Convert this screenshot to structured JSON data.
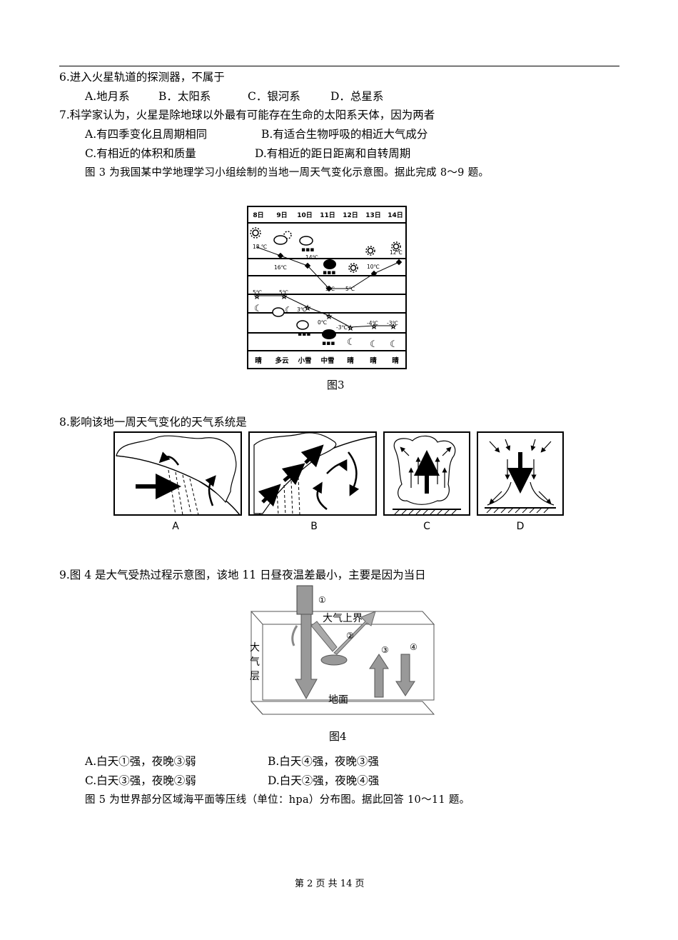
{
  "q6": {
    "stem": "6.进入火星轨道的探测器，不属于",
    "options": [
      "A.地月系",
      "B．太阳系",
      "C．银河系",
      "D．总星系"
    ]
  },
  "q7": {
    "stem": "7.科学家认为，火星是除地球以外最有可能存在生命的太阳系天体，因为两者",
    "options": [
      "A.有四季变化且周期相同",
      "B.有适合生物呼吸的相近大气成分",
      "C.有相近的体积和质量",
      "D.有相近的距日距离和自转周期"
    ]
  },
  "intro3": "图 3 为我国某中学地理学习小组绘制的当地一周天气变化示意图。据此完成 8～9 题。",
  "fig3": {
    "caption": "图3",
    "days": [
      "8日",
      "9日",
      "10日",
      "11日",
      "12日",
      "13日",
      "14日"
    ],
    "weather": [
      "晴",
      "多云",
      "小雪",
      "中雪",
      "晴",
      "晴",
      "晴"
    ],
    "day_temps": [
      "18 ℃",
      "16℃",
      "14℃",
      "5℃",
      "5℃",
      "10℃",
      "12℃"
    ],
    "night_temps": [
      "5℃",
      "5℃",
      "3℃",
      "0℃",
      "-3℃",
      "-4℃",
      "-3℃"
    ]
  },
  "q8": {
    "stem": "8.影响该地一周天气变化的天气系统是"
  },
  "systems_labels": [
    "A",
    "B",
    "C",
    "D"
  ],
  "q9": {
    "stem": "9.图 4 是大气受热过程示意图，该地 11 日昼夜温差最小，主要是因为当日",
    "options": [
      "A.白天①强，夜晚③弱",
      "B.白天④强，夜晚③强",
      "C.白天③强，夜晚②弱",
      "D.白天②强，夜晚④强"
    ]
  },
  "fig4": {
    "caption": "图4",
    "top_label": "大气上界",
    "side_label": [
      "大",
      "气",
      "层"
    ],
    "ground_label": "地面",
    "markers": [
      "①",
      "②",
      "③",
      "④"
    ]
  },
  "intro5": "图 5 为世界部分区域海平面等压线（单位：hpa）分布图。据此回答 10～11 题。",
  "footer": "第 2 页 共 14 页"
}
